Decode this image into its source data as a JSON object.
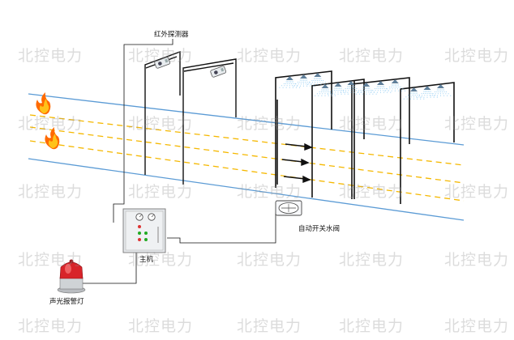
{
  "labels": {
    "detector": "红外探测器",
    "valve": "自动开关水阀",
    "host": "主机",
    "alarm": "声光报警灯"
  },
  "watermark": "北控电力",
  "colors": {
    "belt": "#5b9bd5",
    "dashed": "#f5b800",
    "wire": "#111111",
    "pipe": "#111111",
    "nozzle": "#5f7f9a",
    "spray": "#7fc4f0",
    "alarm_red": "#d8242a",
    "flame": "#ff6a00"
  },
  "icons": [
    "fire-icon",
    "infrared-detector-icon",
    "sprinkler-nozzle-icon",
    "flow-arrow-icon",
    "valve-icon",
    "control-box-icon",
    "alarm-light-icon"
  ]
}
